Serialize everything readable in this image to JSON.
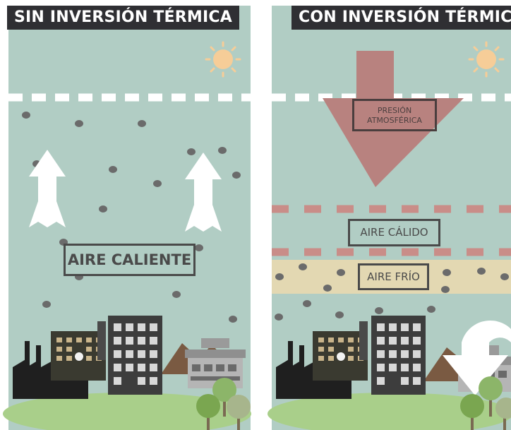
{
  "left_panel": {
    "title": "SIN INVERSIÓN TÉRMICA",
    "label": "AIRE CALIENTE"
  },
  "right_panel": {
    "title": "CON INVERSIÓN TÉRMICA",
    "pressure_label": "PRESIÓN ATMOSFÉRICA",
    "warm_label": "AIRE CÁLIDO",
    "cold_label": "AIRE FRÍO"
  },
  "colors": {
    "sky": "#b1cdc4",
    "pressure_arrow": "#b8827f",
    "cold_band": "#e3d8b2",
    "dash_white": "#ffffff",
    "dash_pink": "#c98d88",
    "ground": "#a9cf8a",
    "sun": "#f6cd98",
    "title_bg": "#2f2f33",
    "particle": "#6b6b6b",
    "building": "#3d3d3d"
  },
  "icons": [
    "sun-icon",
    "factory-icon",
    "building-icon",
    "house-icon",
    "tree-icon",
    "up-arrow-icon",
    "down-arrow-icon",
    "u-turn-arrow-icon"
  ]
}
